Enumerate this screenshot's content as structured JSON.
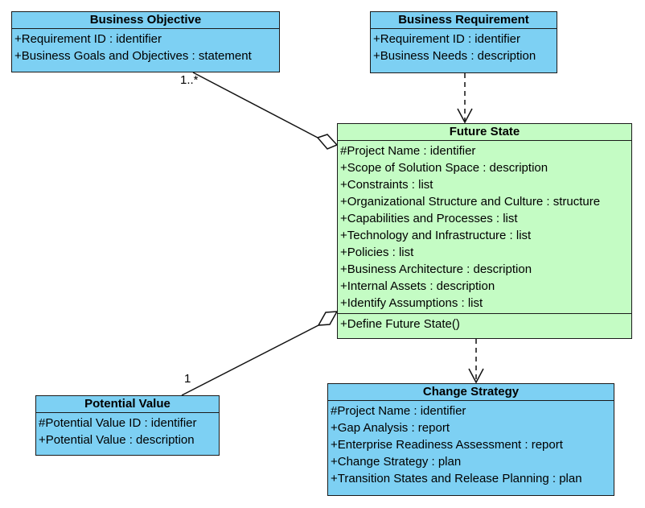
{
  "classes": {
    "business_objective": {
      "title": "Business Objective",
      "attributes": [
        "+Requirement ID : identifier",
        "+Business Goals and Objectives : statement"
      ]
    },
    "business_requirement": {
      "title": "Business Requirement",
      "attributes": [
        "+Requirement ID : identifier",
        "+Business Needs : description"
      ]
    },
    "future_state": {
      "title": "Future State",
      "attributes": [
        "#Project Name : identifier",
        "+Scope of Solution Space : description",
        "+Constraints : list",
        "+Organizational Structure and Culture : structure",
        "+Capabilities and Processes : list",
        "+Technology and Infrastructure : list",
        "+Policies : list",
        "+Business Architecture : description",
        "+Internal Assets : description",
        "+Identify Assumptions : list"
      ],
      "operations": [
        "+Define Future State()"
      ]
    },
    "potential_value": {
      "title": "Potential Value",
      "attributes": [
        "#Potential Value ID : identifier",
        "+Potential Value : description"
      ]
    },
    "change_strategy": {
      "title": "Change Strategy",
      "attributes": [
        "#Project Name : identifier",
        "+Gap Analysis : report",
        "+Enterprise Readiness Assessment : report",
        "+Change Strategy : plan",
        "+Transition States and Release Planning : plan"
      ]
    }
  },
  "multiplicities": {
    "business_objective": "1..*",
    "potential_value": "1"
  },
  "colors": {
    "class_fill": "#7dd0f3",
    "focus_class_fill": "#c4fcc4",
    "border": "#1a1a1a"
  }
}
